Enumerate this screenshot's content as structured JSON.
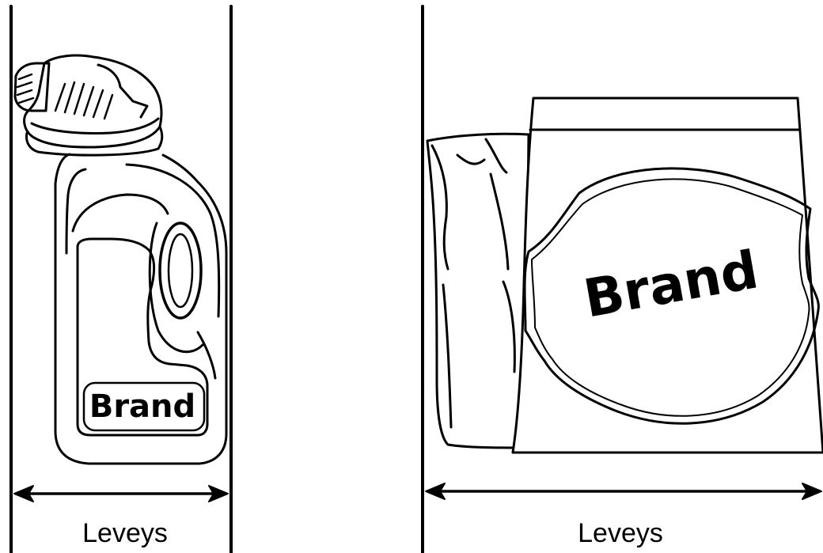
{
  "colors": {
    "line": "#000000",
    "background": "#ffffff"
  },
  "icons": {
    "bottle": "detergent-bottle-icon",
    "bag": "detergent-bag-icon",
    "dimension": "double-arrow-icon"
  },
  "products": [
    {
      "brand": "Brand",
      "width_label": "Leveys"
    },
    {
      "brand": "Brand",
      "width_label": "Leveys"
    }
  ]
}
